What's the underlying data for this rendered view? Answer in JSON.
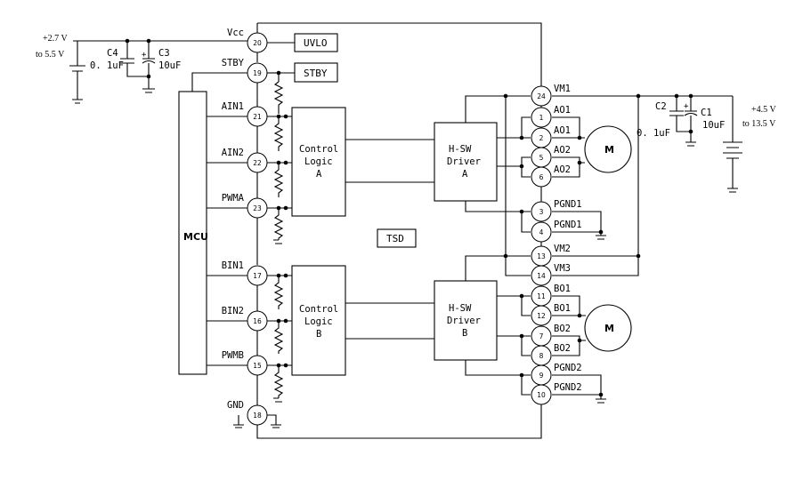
{
  "supplies": {
    "vcc_range_line1": "+2.7 V",
    "vcc_range_line2": "to 5.5 V",
    "vm_range_line1": "+4.5 V",
    "vm_range_line2": "to 13.5 V"
  },
  "capacitors": {
    "c4_name": "C4",
    "c4_value": "0. 1uF",
    "c3_name": "C3",
    "c3_value": "10uF",
    "c2_name": "C2",
    "c2_value": "0. 1uF",
    "c1_name": "C1",
    "c1_value": "10uF"
  },
  "blocks": {
    "uvlo": "UVLO",
    "stby": "STBY",
    "tsd": "TSD",
    "mcu": "MCU",
    "ctrl_a": [
      "Control",
      "Logic",
      "A"
    ],
    "ctrl_b": [
      "Control",
      "Logic",
      "B"
    ],
    "drv_a": [
      "H-SW",
      "Driver",
      "A"
    ],
    "drv_b": [
      "H-SW",
      "Driver",
      "B"
    ],
    "motor": "M"
  },
  "left_pins": [
    {
      "label": "Vcc",
      "num": "20"
    },
    {
      "label": "STBY",
      "num": "19"
    },
    {
      "label": "AIN1",
      "num": "21"
    },
    {
      "label": "AIN2",
      "num": "22"
    },
    {
      "label": "PWMA",
      "num": "23"
    },
    {
      "label": "BIN1",
      "num": "17"
    },
    {
      "label": "BIN2",
      "num": "16"
    },
    {
      "label": "PWMB",
      "num": "15"
    },
    {
      "label": "GND",
      "num": "18"
    }
  ],
  "right_pins": [
    {
      "label": "VM1",
      "num": "24"
    },
    {
      "label": "AO1",
      "num": "1"
    },
    {
      "label": "AO1",
      "num": "2"
    },
    {
      "label": "AO2",
      "num": "5"
    },
    {
      "label": "AO2",
      "num": "6"
    },
    {
      "label": "PGND1",
      "num": "3"
    },
    {
      "label": "PGND1",
      "num": "4"
    },
    {
      "label": "VM2",
      "num": "13"
    },
    {
      "label": "VM3",
      "num": "14"
    },
    {
      "label": "BO1",
      "num": "11"
    },
    {
      "label": "BO1",
      "num": "12"
    },
    {
      "label": "BO2",
      "num": "7"
    },
    {
      "label": "BO2",
      "num": "8"
    },
    {
      "label": "PGND2",
      "num": "9"
    },
    {
      "label": "PGND2",
      "num": "10"
    }
  ]
}
